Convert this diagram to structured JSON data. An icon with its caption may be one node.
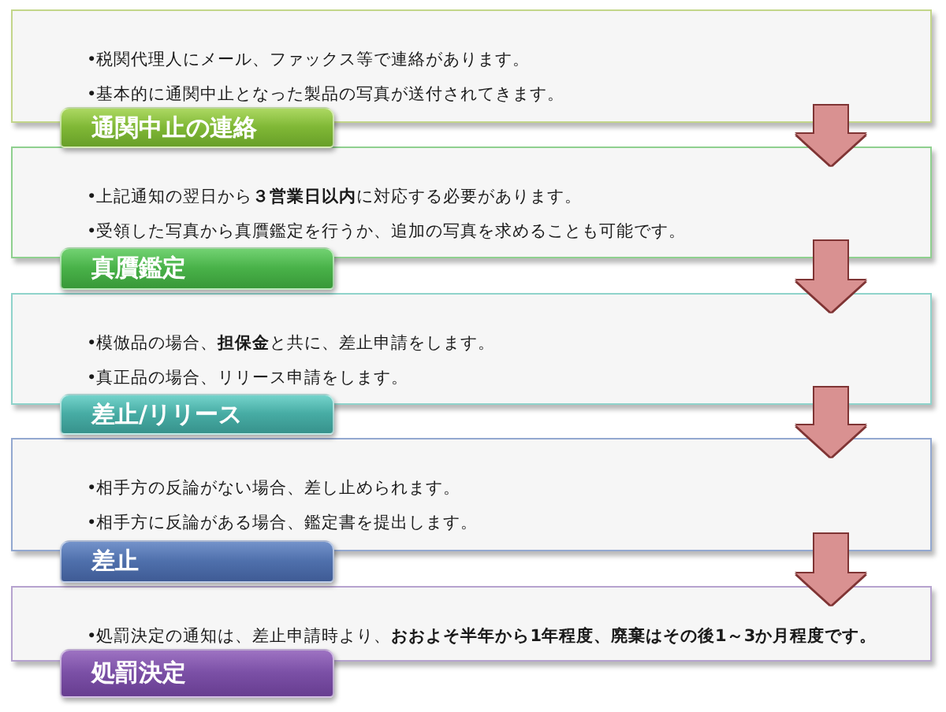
{
  "diagram": {
    "nodes": [
      {
        "text": [
          "•税関代理人にメール、ファックス等で連絡があります。",
          "•基本的に通関中止となった製品の写真が送付されてきます。"
        ]
      },
      {
        "text": [
          "通関中止の連絡"
        ]
      },
      {
        "text": [
          "•上記通知の翌日から**３営業日以内**に対応する必要があります。",
          "•受領した写真から真贋鑑定を行うか、追加の写真を求めることも可能です。"
        ]
      },
      {
        "text": [
          "真贋鑑定"
        ]
      },
      {
        "text": [
          "•模倣品の場合、**担保金**と共に、差止申請をします。",
          "•真正品の場合、リリース申請をします。"
        ]
      },
      {
        "text": [
          "差止/リリース"
        ]
      },
      {
        "text": [
          "•相手方の反論がない場合、差し止められます。",
          "•相手方に反論がある場合、鑑定書を提出します。"
        ]
      },
      {
        "text": [
          "差止"
        ]
      },
      {
        "text": [
          "•処罰決定の通知は、差止申請時より、**おおよそ半年から1年程度、廃棄はその後1～3か月程度です。**"
        ]
      },
      {
        "text": [
          "処罰決定"
        ]
      }
    ],
    "edges": [
      {
        "from": 0,
        "to": 2,
        "arrow": "to"
      },
      {
        "from": 2,
        "to": 4,
        "arrow": "to"
      },
      {
        "from": 4,
        "to": 6,
        "arrow": "to"
      },
      {
        "from": 6,
        "to": 8,
        "arrow": "to"
      }
    ]
  }
}
